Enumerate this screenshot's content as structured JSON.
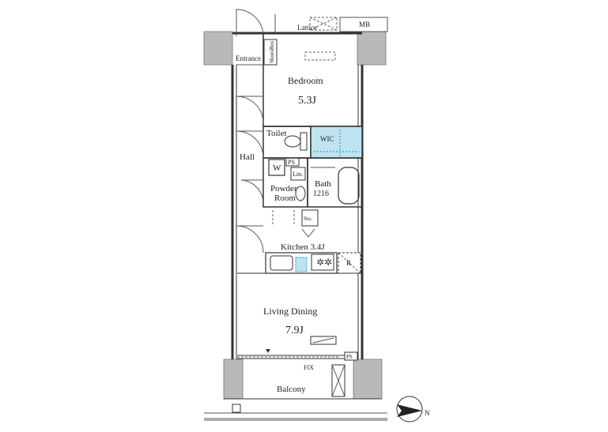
{
  "rooms": {
    "entrance": "Entrance",
    "shoes_box": "ShoesBox",
    "lattice": "Lattice",
    "mb": "MB",
    "bedroom": "Bedroom",
    "bedroom_size": "5.3J",
    "toilet": "Toilet",
    "wic": "WIC",
    "hall": "Hall",
    "w": "W",
    "ps_upper": "PS",
    "lin": "Lin.",
    "powder_room_1": "Powder",
    "powder_room_2": "Room",
    "bath": "Bath",
    "bath_size": "1216",
    "sto": "Sto.",
    "kitchen": "Kitchen 3.4J",
    "r": "R",
    "living_dining": "Living Dining",
    "living_dining_size": "7.9J",
    "fix": "FIX",
    "ps_lower": "PS",
    "balcony": "Balcony",
    "north": "N"
  },
  "colors": {
    "wall": "#b9b9b9",
    "wic_fill": "#bfe3f1",
    "accent_blue": "#3aa0cc"
  }
}
